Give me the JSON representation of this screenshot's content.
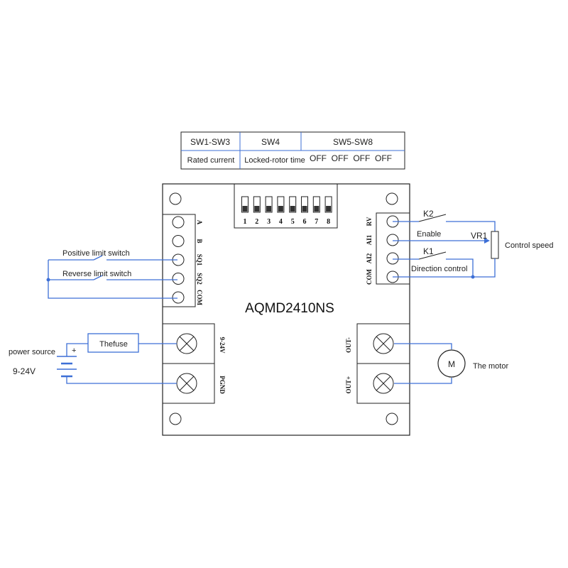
{
  "title": "AQMD2410NS",
  "dip_table": {
    "headers": [
      "SW1-SW3",
      "SW4",
      "SW5-SW8"
    ],
    "row": [
      "Rated current",
      "Locked-rotor time",
      "OFF  OFF  OFF  OFF"
    ]
  },
  "dip_numbers": [
    "1",
    "2",
    "3",
    "4",
    "5",
    "6",
    "7",
    "8"
  ],
  "left_terminal_labels": [
    "A",
    "B",
    "SQ1",
    "SQ2",
    "COM"
  ],
  "right_terminal_labels": [
    "RV",
    "AI1",
    "AI2",
    "COM"
  ],
  "power_terminal_labels": [
    "9-24V",
    "PGND"
  ],
  "motor_terminal_labels": [
    "OUT-",
    "OUT+"
  ],
  "external": {
    "positive_limit": "Positive limit switch",
    "reverse_limit": "Reverse limit switch",
    "power_source": "power source",
    "voltage": "9-24V",
    "plus": "+",
    "fuse": "Thefuse",
    "k2": "K2",
    "enable": "Enable",
    "vr1": "VR1",
    "control_speed": "Control speed",
    "k1": "K1",
    "direction_control": "Direction control",
    "motor_symbol": "M",
    "motor": "The motor"
  }
}
